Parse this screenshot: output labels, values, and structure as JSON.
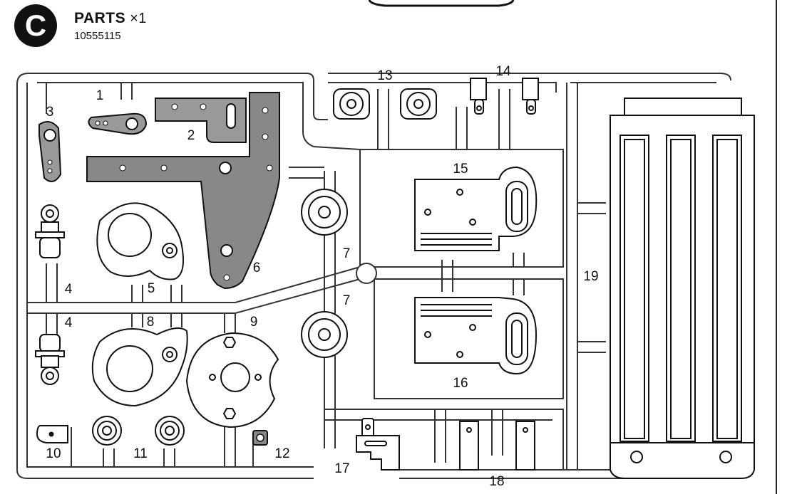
{
  "sheet": {
    "letter": "C",
    "title": "PARTS",
    "quantity": "×1",
    "code": "10555115"
  },
  "parts": [
    {
      "id": "1",
      "label": "1"
    },
    {
      "id": "2",
      "label": "2"
    },
    {
      "id": "3",
      "label": "3"
    },
    {
      "id": "4a",
      "label": "4"
    },
    {
      "id": "4b",
      "label": "4"
    },
    {
      "id": "5",
      "label": "5"
    },
    {
      "id": "6",
      "label": "6"
    },
    {
      "id": "7a",
      "label": "7"
    },
    {
      "id": "7b",
      "label": "7"
    },
    {
      "id": "8",
      "label": "8"
    },
    {
      "id": "9",
      "label": "9"
    },
    {
      "id": "10",
      "label": "10"
    },
    {
      "id": "11",
      "label": "11"
    },
    {
      "id": "12",
      "label": "12"
    },
    {
      "id": "13",
      "label": "13"
    },
    {
      "id": "14",
      "label": "14"
    },
    {
      "id": "15",
      "label": "15"
    },
    {
      "id": "16",
      "label": "16"
    },
    {
      "id": "17",
      "label": "17"
    },
    {
      "id": "18",
      "label": "18"
    },
    {
      "id": "19",
      "label": "19"
    }
  ]
}
